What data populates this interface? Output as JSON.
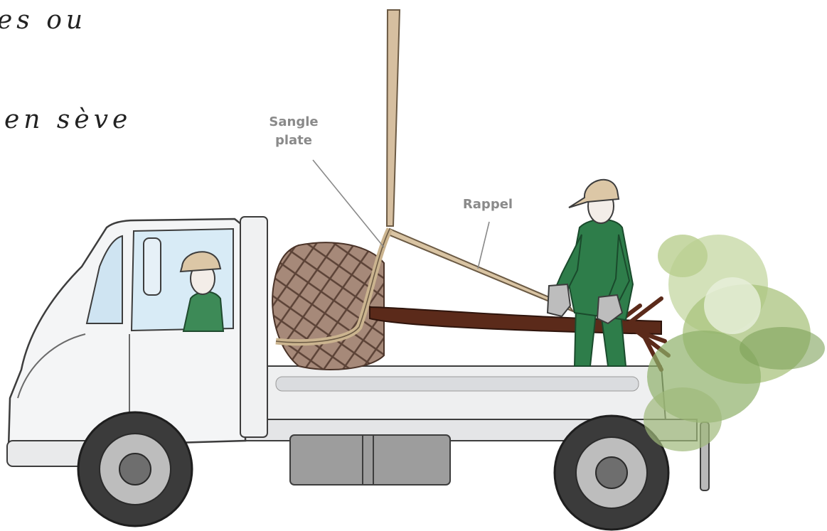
{
  "handwritten_text": {
    "line1": "es ou",
    "line2": "en sève"
  },
  "labels": {
    "strap": [
      "Sangle",
      "plate"
    ],
    "rappel": "Rappel"
  },
  "colors": {
    "truck_body": "#f2f3f4",
    "truck_outline": "#3d3d3d",
    "tire": "#3b3b3b",
    "worker_green": "#2e7d4a",
    "helmet": "#dcc7a6",
    "strap": "#cbb48f",
    "trunk": "#5b2a1a",
    "rootball": "#8b6b5a",
    "foliage": "#7fa15a",
    "label_gray": "#8a8a8a"
  }
}
